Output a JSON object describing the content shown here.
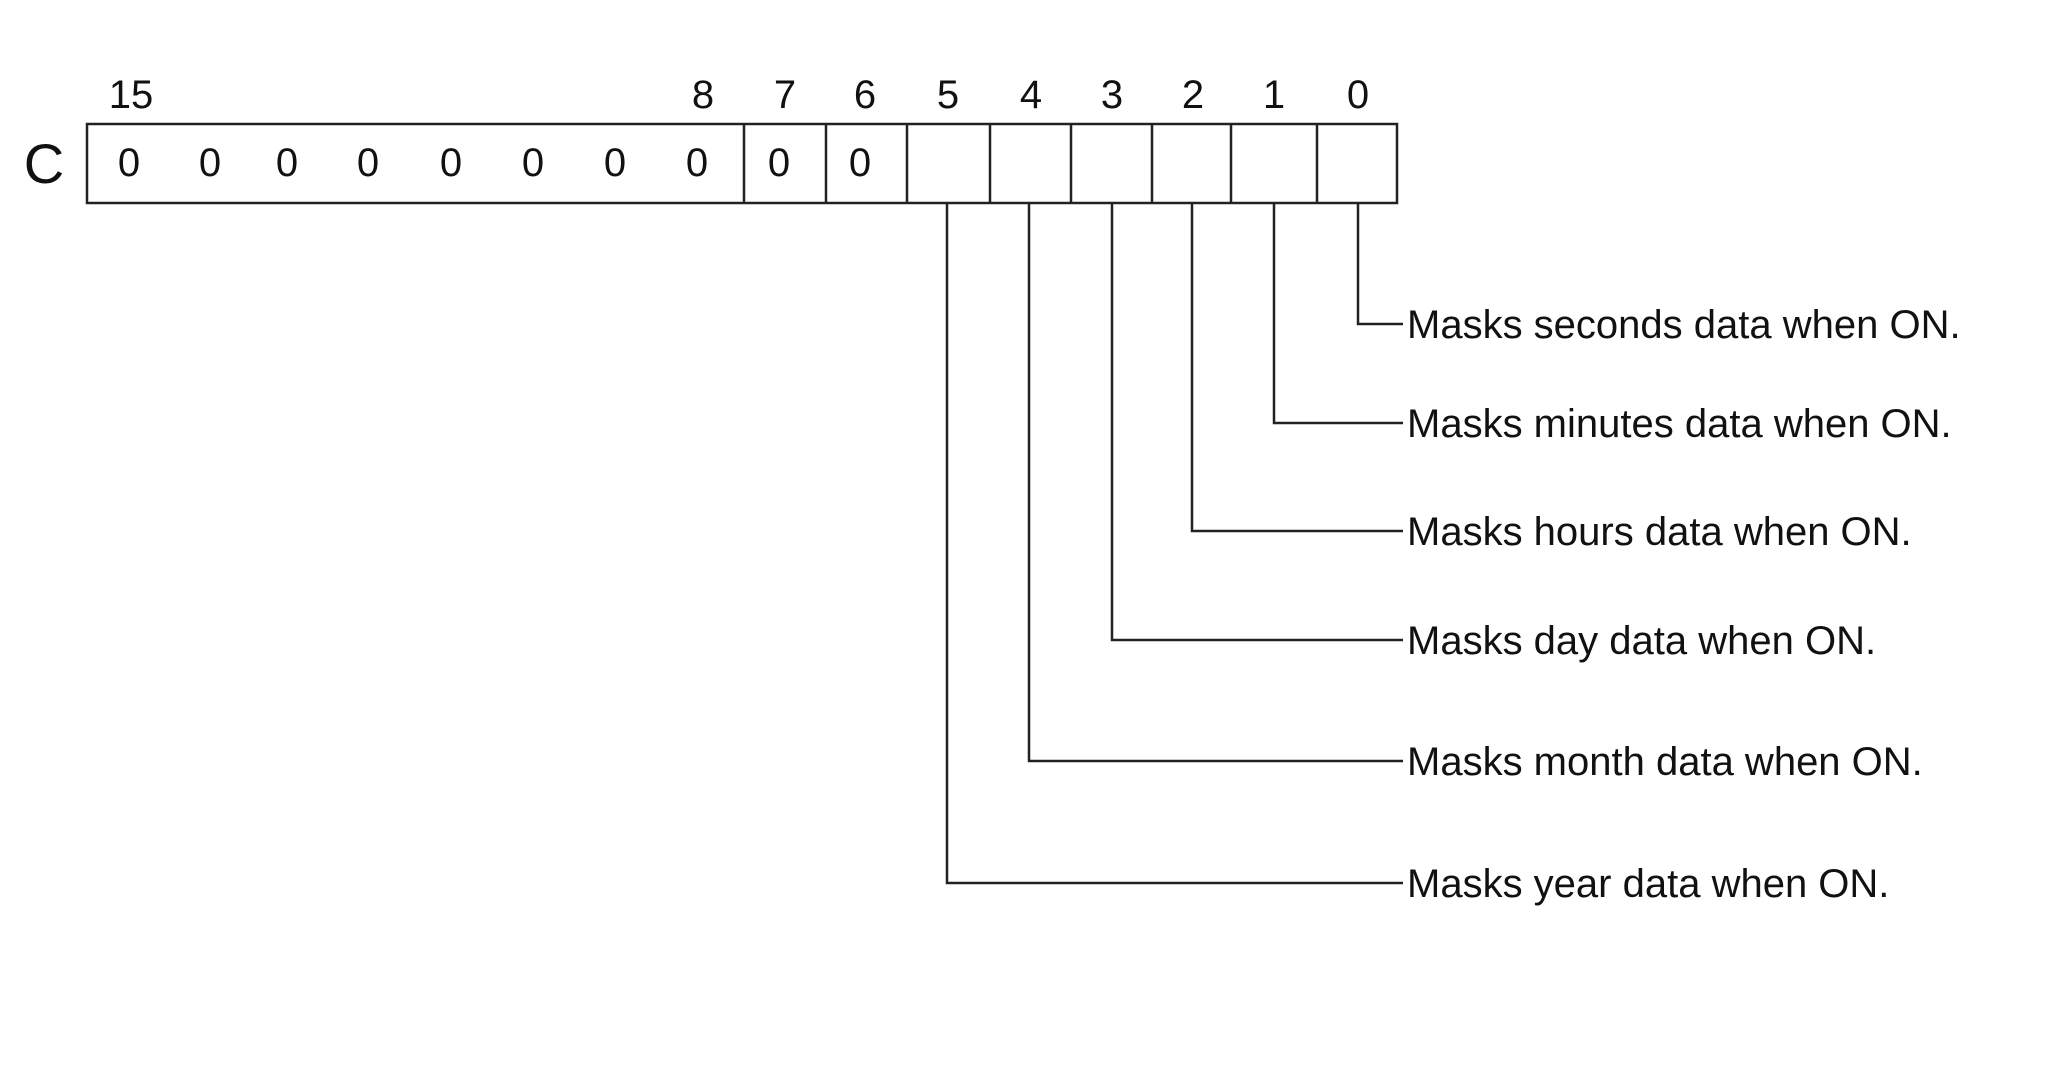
{
  "register": {
    "label": "C",
    "bit_numbers": [
      "15",
      "8",
      "7",
      "6",
      "5",
      "4",
      "3",
      "2",
      "1",
      "0"
    ],
    "fixed_values": [
      "0",
      "0",
      "0",
      "0",
      "0",
      "0",
      "0",
      "0",
      "0",
      "0"
    ]
  },
  "bit_descriptions": [
    {
      "bit": "0",
      "text": "Masks seconds data when ON."
    },
    {
      "bit": "1",
      "text": "Masks minutes data when ON."
    },
    {
      "bit": "2",
      "text": "Masks hours data when ON."
    },
    {
      "bit": "3",
      "text": "Masks day data when ON."
    },
    {
      "bit": "4",
      "text": "Masks month data when ON."
    },
    {
      "bit": "5",
      "text": "Masks year data when ON."
    }
  ]
}
